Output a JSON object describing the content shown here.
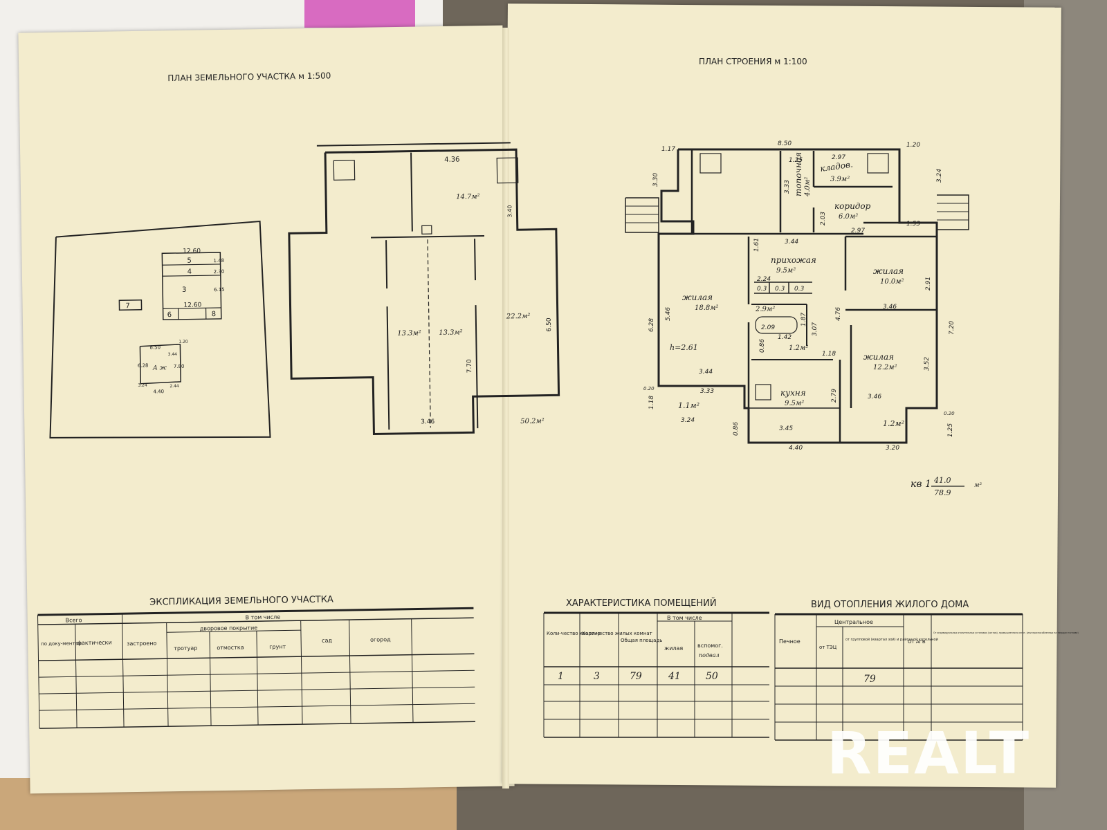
{
  "left_page": {
    "title": "ПЛАН ЗЕМЕЛЬНОГО УЧАСТКА м 1:500",
    "site_plan": {
      "dim_top": "12.60",
      "dim_mid": "12.60",
      "labels": [
        "5",
        "4",
        "3",
        "6",
        "8",
        "7"
      ],
      "small_dims": [
        "1.48",
        "2.30",
        "6.15"
      ],
      "house_dims": [
        "8.50",
        "1.20",
        "3.44",
        "2.44",
        "6.28",
        "7.80",
        "4.40",
        "3.24"
      ],
      "house_label": "А ж"
    },
    "basement": {
      "dim_top": "4.36",
      "dim_340": "3.40",
      "dim_650": "6.50",
      "dim_770": "7.70",
      "dim_346": "3.46",
      "area_147": "14.7м²",
      "area_133a": "13.3м²",
      "area_133b": "13.3м²",
      "area_222": "22.2м²",
      "total": "50.2м²"
    },
    "explication": {
      "title": "ЭКСПЛИКАЦИЯ ЗЕМЕЛЬНОГО УЧАСТКА",
      "h_vsego": "Всего",
      "h_vtom": "В том числе",
      "h_podoc": "по доку-ментам",
      "h_fact": "фактически",
      "h_zastr": "застроено",
      "h_dvor": "дворовое покрытие",
      "h_trot": "тротуар",
      "h_otm": "отмостка",
      "h_grunt": "грунт",
      "h_sad": "сад",
      "h_ogorod": "огород"
    }
  },
  "right_page": {
    "title": "ПЛАН СТРОЕНИЯ м 1:100",
    "rooms": {
      "kladov": "кладов.",
      "kladov_area": "3.9м²",
      "topochnaya": "топочная",
      "topochnaya_area": "4.0м²",
      "koridor": "коридор",
      "koridor_area": "6.0м²",
      "prihozhaya": "прихожая",
      "prihozhaya_area": "9.5м²",
      "zhilaya1": "жилая",
      "zhilaya1_area": "18.8м²",
      "zhilaya2": "жилая",
      "zhilaya2_area": "10.0м²",
      "zhilaya3": "жилая",
      "zhilaya3_area": "12.2м²",
      "kuhnya": "кухня",
      "kuhnya_area": "9.5м²",
      "bath_area": "2.9м²",
      "wc_area": "1.2м²",
      "porch1_area": "1.1м²",
      "porch2_area": "1.2м²",
      "height": "h=2.61"
    },
    "dims": {
      "d850": "8.50",
      "d117": "1.17",
      "d120": "1.20",
      "d330": "3.30",
      "d324": "3.24",
      "d125": "1.25",
      "d297": "2.97",
      "d333": "3.33",
      "d203": "2.03",
      "d297b": "2.97",
      "d153": "1.53",
      "d344": "3.44",
      "d161": "1.61",
      "d224": "2.24",
      "d03a": "0.3",
      "d03b": "0.3",
      "d03c": "0.3",
      "d291": "2.91",
      "d346a": "3.46",
      "d720": "7.20",
      "d546": "5.46",
      "d628": "6.28",
      "d476": "4.76",
      "d209": "2.09",
      "d187": "1.87",
      "d307": "3.07",
      "d142": "1.42",
      "d086": "0.86",
      "d118": "1.18",
      "d352": "3.52",
      "d344b": "3.44",
      "d333b": "3.33",
      "d279": "2.79",
      "d346b": "3.46",
      "d020a": "0.20",
      "d118b": "1.18",
      "d324b": "3.24",
      "d086b": "0.86",
      "d345": "3.45",
      "d440": "4.40",
      "d320": "3.20",
      "d020b": "0.20",
      "d125b": "1.25"
    },
    "kv": {
      "label": "кв 1",
      "top": "41.0",
      "bottom": "78.9",
      "unit": "м²"
    },
    "char": {
      "title": "ХАРАКТЕРИСТИКА ПОМЕЩЕНИЙ",
      "h_kv": "Коли-чество квартир",
      "h_komn": "Коли-чество жилых комнат",
      "h_obsh": "Общая площадь",
      "h_vtom": "В том числе",
      "h_zhil": "жилая",
      "h_vsp": "вспомог.",
      "h_vsp2": "подвал",
      "v_kv": "1",
      "v_komn": "3",
      "v_obsh": "79",
      "v_zhil": "41",
      "v_vsp": "50"
    },
    "heat": {
      "title": "ВИД ОТОПЛЕНИЯ ЖИЛОГО ДОМА",
      "h_pech": "Печное",
      "h_centr": "Центральное",
      "h_tec": "от ТЭЦ",
      "h_grup": "от групповой (квартал зой) и районной котельной",
      "h_agv": "От АГВ",
      "h_indiv": "От индивидуальных отопительных установок (котлов), промышленного изгот. (или приспособленных на твердом топливе)",
      "v_grup": "79"
    }
  },
  "watermark": "REALT"
}
